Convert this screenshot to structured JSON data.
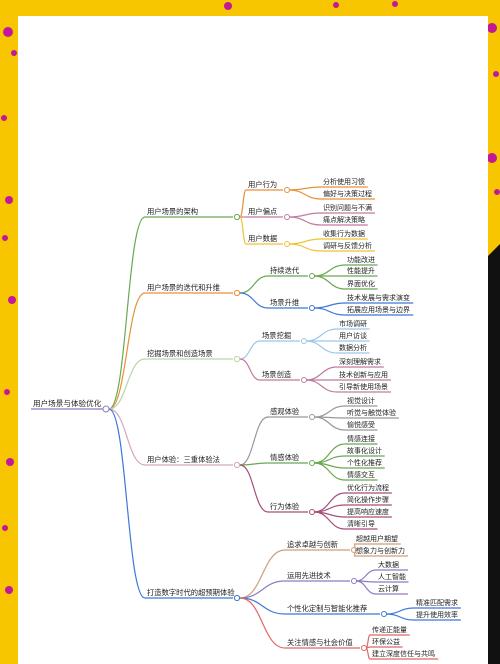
{
  "colors": {
    "background": "#f7c600",
    "paper": "#ffffff",
    "dots": "#c2189a",
    "dark_strip": "#111111",
    "mindmap_lines": [
      "#6aa84f",
      "#e69138",
      "#d5a6bd",
      "#cd9e7e",
      "#3c78d8",
      "#8e7cc3",
      "#e06666",
      "#a64d79"
    ]
  },
  "mindmap": {
    "label": "用户场景与体验优化",
    "children": [
      {
        "label": "用户场景的架构",
        "color": "#6aa84f",
        "children": [
          {
            "label": "用户行为",
            "color": "#e69138",
            "children": [
              {
                "label": "分析使用习惯"
              },
              {
                "label": "偏好与决策过程"
              }
            ]
          },
          {
            "label": "用户偏点",
            "color": "#c27ba0",
            "children": [
              {
                "label": "识别问题与不满"
              },
              {
                "label": "痛点解决策略"
              }
            ]
          },
          {
            "label": "用户数据",
            "color": "#f1c232",
            "children": [
              {
                "label": "收集行为数据"
              },
              {
                "label": "调研与反馈分析"
              }
            ]
          }
        ]
      },
      {
        "label": "用户场景的迭代和升维",
        "color": "#e69138",
        "children": [
          {
            "label": "持续迭代",
            "color": "#6aa84f",
            "children": [
              {
                "label": "功能改进"
              },
              {
                "label": "性能提升"
              },
              {
                "label": "界面优化"
              }
            ]
          },
          {
            "label": "场景升维",
            "color": "#3c78d8",
            "children": [
              {
                "label": "技术发展与需求演变"
              },
              {
                "label": "拓展应用场景与边界"
              }
            ]
          }
        ]
      },
      {
        "label": "挖掘场景和创造场景",
        "color": "#b6d7a8",
        "children": [
          {
            "label": "场景挖掘",
            "color": "#9fc5e8",
            "children": [
              {
                "label": "市场调研"
              },
              {
                "label": "用户访谈"
              },
              {
                "label": "数据分析"
              }
            ]
          },
          {
            "label": "场景创造",
            "color": "#c27ba0",
            "children": [
              {
                "label": "深刻理解需求"
              },
              {
                "label": "技术创新与应用"
              },
              {
                "label": "引导新使用场景"
              }
            ]
          }
        ]
      },
      {
        "label": "用户体验：三重体验法",
        "color": "#d5a6bd",
        "children": [
          {
            "label": "感观体验",
            "color": "#999999",
            "children": [
              {
                "label": "视觉设计"
              },
              {
                "label": "听觉与触觉体验"
              },
              {
                "label": "愉悦感受"
              }
            ]
          },
          {
            "label": "情感体验",
            "color": "#6aa84f",
            "children": [
              {
                "label": "情感连接"
              },
              {
                "label": "故事化设计"
              },
              {
                "label": "个性化推荐"
              },
              {
                "label": "情感交互"
              }
            ]
          },
          {
            "label": "行为体验",
            "color": "#a64d79",
            "children": [
              {
                "label": "优化行为流程"
              },
              {
                "label": "简化操作步骤"
              },
              {
                "label": "提高响应速度"
              },
              {
                "label": "清晰引导"
              }
            ]
          }
        ]
      },
      {
        "label": "打造数字时代的超预期体验",
        "color": "#3c78d8",
        "children": [
          {
            "label": "追求卓越与创新",
            "color": "#cd9e7e",
            "children": [
              {
                "label": "超越用户期望"
              },
              {
                "label": "想象力与创新力"
              }
            ]
          },
          {
            "label": "运用先进技术",
            "color": "#8e7cc3",
            "children": [
              {
                "label": "大数据"
              },
              {
                "label": "人工智能"
              },
              {
                "label": "云计算"
              }
            ]
          },
          {
            "label": "个性化定制与智能化推荐",
            "color": "#3c78d8",
            "children": [
              {
                "label": "精准匹配需求"
              },
              {
                "label": "提升使用效率"
              }
            ]
          },
          {
            "label": "关注情感与社会价值",
            "color": "#e06666",
            "children": [
              {
                "label": "传递正能量"
              },
              {
                "label": "环保公益"
              },
              {
                "label": "建立深度信任与共鸣"
              }
            ]
          }
        ]
      }
    ]
  }
}
